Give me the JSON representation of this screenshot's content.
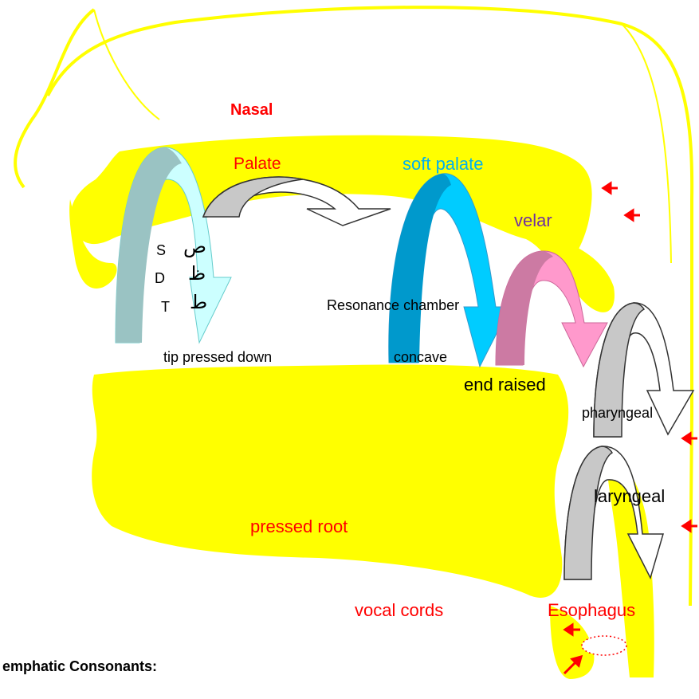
{
  "labels": {
    "nasal": "Nasal",
    "palate": "Palate",
    "soft_palate": "soft palate",
    "velar": "velar",
    "resonance_chamber": "Resonance chamber",
    "tip_pressed_down": "tip pressed down",
    "concave": "concave",
    "end_raised": "end raised",
    "pharyngeal": "pharyngeal",
    "laryngeal": "laryngeal",
    "pressed_root": "pressed root",
    "vocal_cords": "vocal cords",
    "esophagus": "Esophagus",
    "emphatic_title": "emphatic Consonants:"
  },
  "letters": [
    {
      "latin": "S",
      "arabic": "ص"
    },
    {
      "latin": "D",
      "arabic": "ظ"
    },
    {
      "latin": "T",
      "arabic": "ط"
    }
  ],
  "colors": {
    "anatomy_fill": "#ffff00",
    "label_red": "#ff0000",
    "soft_palate_label": "#00b0f0",
    "velar_label": "#7030a0",
    "arrow_s_dark": "#9ac3c3",
    "arrow_s_light": "#ccffff",
    "arrow_dark_cyan": "#0099cc",
    "arrow_light_cyan": "#00ccff",
    "arrow_pink_dark": "#cc7aa3",
    "arrow_pink_light": "#ff99cc",
    "arrow_gray": "#c8c8c8",
    "ellipse_stroke": "#ff0000"
  }
}
